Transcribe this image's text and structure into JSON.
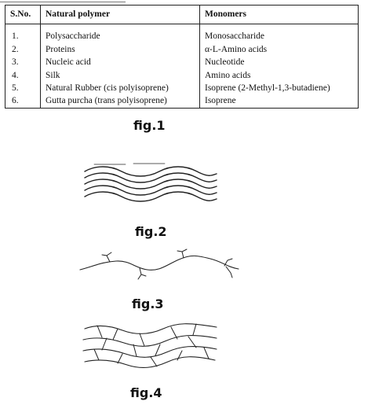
{
  "table": {
    "headers": {
      "sno": "S.No.",
      "polymer": "Natural polymer",
      "monomers": "Monomers"
    },
    "rows": [
      {
        "sno": "1.",
        "polymer": "Polysaccharide",
        "monomer": "Monosaccharide"
      },
      {
        "sno": "2.",
        "polymer": "Proteins",
        "monomer": "α-L-Amino acids"
      },
      {
        "sno": "3.",
        "polymer": "Nucleic acid",
        "monomer": "Nucleotide"
      },
      {
        "sno": "4.",
        "polymer": "Silk",
        "monomer": "Amino acids"
      },
      {
        "sno": "5.",
        "polymer": "Natural Rubber (cis polyisoprene)",
        "monomer": "Isoprene (2-Methyl-1,3-butadiene)"
      },
      {
        "sno": "6.",
        "polymer": "Gutta purcha (trans polyisoprene)",
        "monomer": "Isoprene"
      }
    ]
  },
  "figures": {
    "fig1": "fig.1",
    "fig2": "fig.2",
    "fig3": "fig.3",
    "fig4": "fig.4"
  }
}
